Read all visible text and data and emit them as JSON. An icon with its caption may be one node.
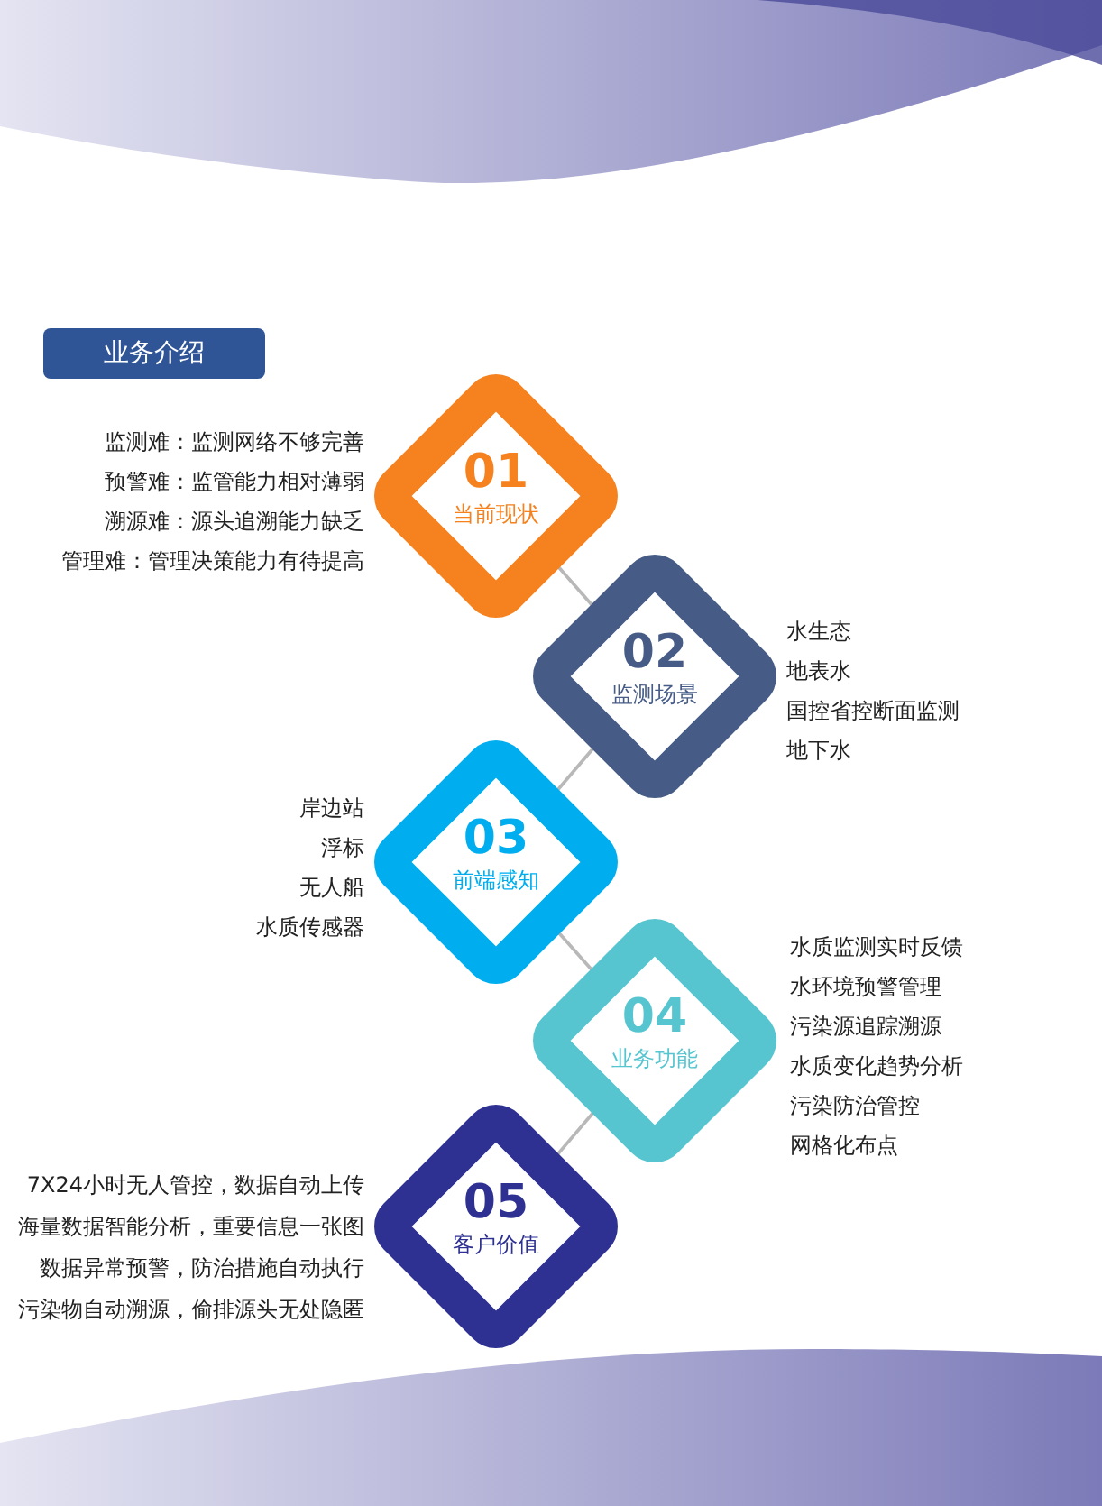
{
  "diagram": {
    "title": "业务介绍",
    "nodes": [
      {
        "text": [
          "01",
          "当前现状"
        ],
        "beside": [
          "监测难：监测网络不够完善",
          "预警难：监管能力相对薄弱",
          "溯源难：源头追溯能力缺乏",
          "管理难：管理决策能力有待提高"
        ]
      },
      {
        "text": [
          "02",
          "监测场景"
        ],
        "beside": [
          "水生态",
          "地表水",
          "国控省控断面监测",
          "地下水"
        ]
      },
      {
        "text": [
          "03",
          "前端感知"
        ],
        "beside": [
          "岸边站",
          "浮标",
          "无人船",
          "水质传感器"
        ]
      },
      {
        "text": [
          "04",
          "业务功能"
        ],
        "beside": [
          "水质监测实时反馈",
          "水环境预警管理",
          "污染源追踪溯源",
          "水质变化趋势分析",
          "污染防治管控",
          "网格化布点"
        ]
      },
      {
        "text": [
          "05",
          "客户价值"
        ],
        "beside": [
          "7X24小时无人管控，数据自动上传",
          "海量数据智能分析，重要信息一张图",
          "数据异常预警，防治措施自动执行",
          "污染物自动溯源，偷排源头无处隐匿"
        ]
      }
    ],
    "edges": [
      {
        "from": 0,
        "to": 1,
        "arrow": "none"
      },
      {
        "from": 1,
        "to": 2,
        "arrow": "none"
      },
      {
        "from": 2,
        "to": 3,
        "arrow": "none"
      },
      {
        "from": 3,
        "to": 4,
        "arrow": "none"
      }
    ]
  }
}
